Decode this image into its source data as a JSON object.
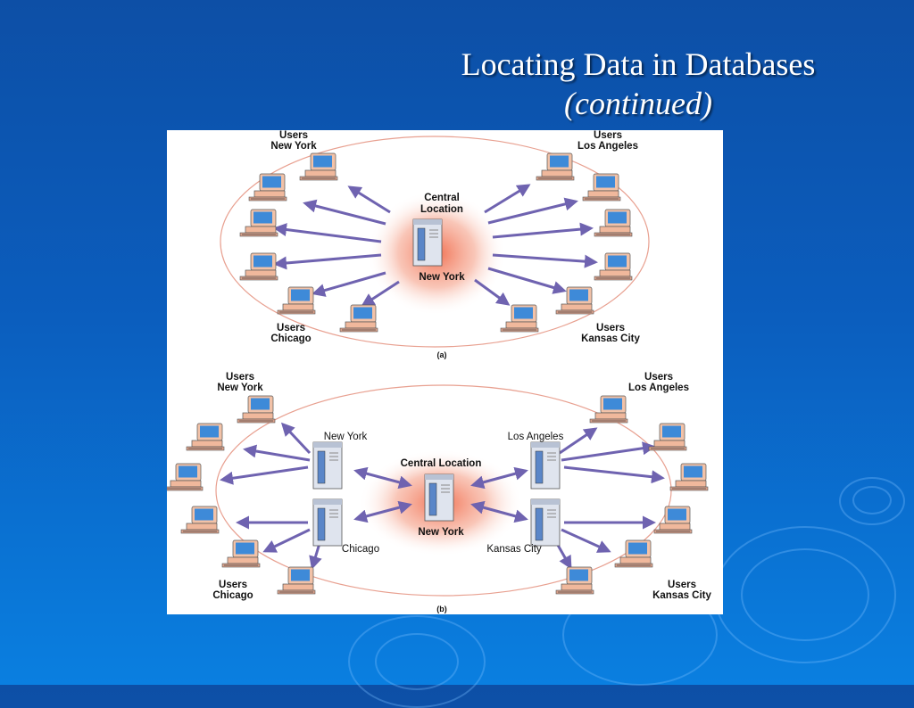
{
  "slide": {
    "title": "Locating Data in Databases",
    "subtitle": "(continued)"
  },
  "diagram_a": {
    "caption": "(a)",
    "central_title_line1": "Central",
    "central_title_line2": "Location",
    "central_city": "New York",
    "users_word": "Users",
    "user_groups": {
      "new_york": "New York",
      "los_angeles": "Los Angeles",
      "chicago": "Chicago",
      "kansas_city": "Kansas City"
    }
  },
  "diagram_b": {
    "caption": "(b)",
    "central_title": "Central Location",
    "central_city": "New York",
    "servers": {
      "new_york": "New York",
      "los_angeles": "Los Angeles",
      "chicago": "Chicago",
      "kansas_city": "Kansas City"
    },
    "users_word": "Users",
    "user_groups": {
      "new_york": "New York",
      "los_angeles": "Los Angeles",
      "chicago": "Chicago",
      "kansas_city": "Kansas City"
    }
  },
  "colors": {
    "arrow": "#6f63b0",
    "glow": "#f2785a",
    "ring": "#e8a090",
    "computer_body": "#f2c2a8",
    "screen": "#3e8ad8",
    "server_body": "#dfe4ee"
  }
}
